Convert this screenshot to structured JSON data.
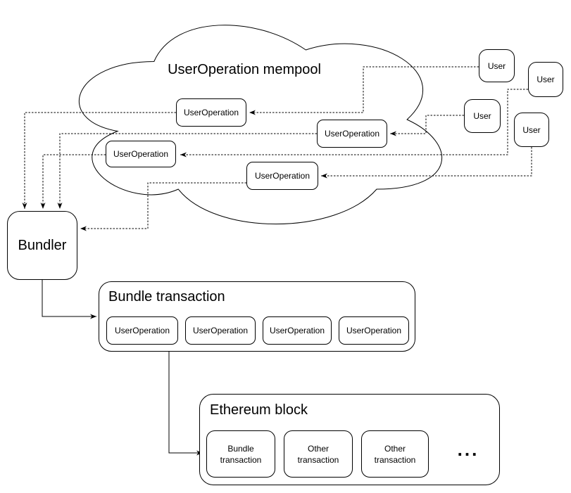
{
  "diagram": {
    "colors": {
      "stroke": "#000000",
      "background": "#ffffff"
    },
    "mempool": {
      "title": "UserOperation mempool",
      "operations": [
        {
          "label": "UserOperation"
        },
        {
          "label": "UserOperation"
        },
        {
          "label": "UserOperation"
        },
        {
          "label": "UserOperation"
        }
      ]
    },
    "users": [
      {
        "label": "User"
      },
      {
        "label": "User"
      },
      {
        "label": "User"
      },
      {
        "label": "User"
      }
    ],
    "bundler": {
      "label": "Bundler"
    },
    "bundle_transaction": {
      "title": "Bundle transaction",
      "operations": [
        {
          "label": "UserOperation"
        },
        {
          "label": "UserOperation"
        },
        {
          "label": "UserOperation"
        },
        {
          "label": "UserOperation"
        }
      ]
    },
    "ethereum_block": {
      "title": "Ethereum block",
      "transactions": [
        {
          "line1": "Bundle",
          "line2": "transaction"
        },
        {
          "line1": "Other",
          "line2": "transaction"
        },
        {
          "line1": "Other",
          "line2": "transaction"
        }
      ],
      "more_label": "..."
    }
  }
}
